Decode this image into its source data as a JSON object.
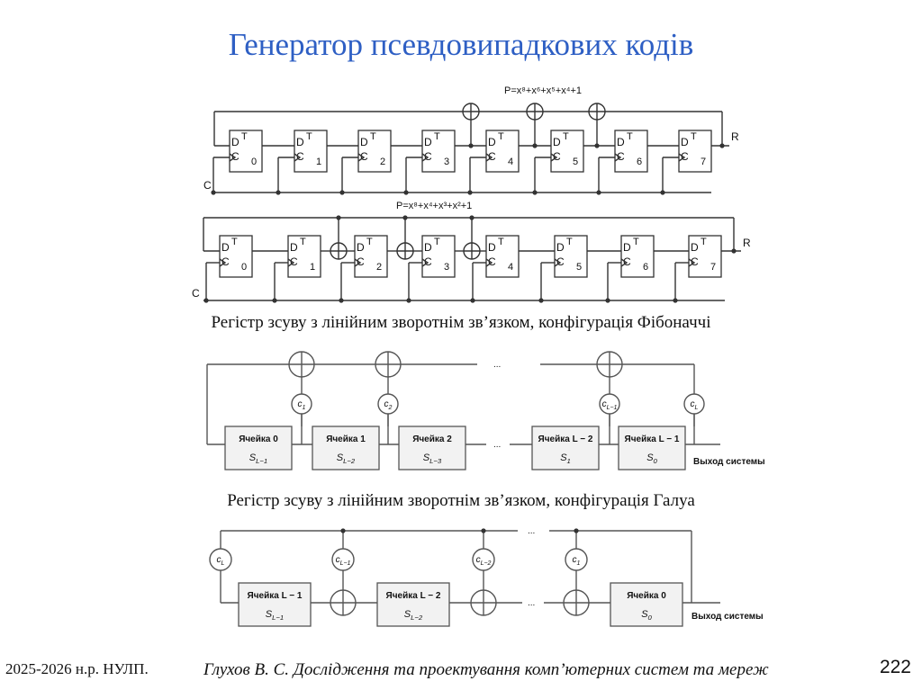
{
  "title": "Генератор псевдовипадкових кодів",
  "fib_diagram_1": {
    "polynomial": "P=x⁸+x⁶+x⁵+x⁴+1",
    "clock_label": "C",
    "reset_label": "R",
    "cell_d": "D",
    "cell_t": "T",
    "cell_c": "C",
    "cell_indices": [
      "0",
      "1",
      "2",
      "3",
      "4",
      "5",
      "6",
      "7"
    ]
  },
  "fib_diagram_2": {
    "polynomial": "P=x⁸+x⁴+x³+x²+1",
    "clock_label": "C",
    "reset_label": "R",
    "cell_indices": [
      "0",
      "1",
      "2",
      "3",
      "4",
      "5",
      "6",
      "7"
    ]
  },
  "caption_fibonacci": "Регістр зсуву з лінійним зворотнім зв’язком, конфігурація Фібоначчі",
  "fib_cells": [
    {
      "name": "Ячейка 0",
      "state": "S_{L−1}"
    },
    {
      "name": "Ячейка 1",
      "state": "S_{L−2}"
    },
    {
      "name": "Ячейка 2",
      "state": "S_{L−3}"
    },
    {
      "name": "Ячейка L − 2",
      "state": "S_1"
    },
    {
      "name": "Ячейка L − 1",
      "state": "S_0"
    }
  ],
  "fib_coeffs": [
    "c1",
    "c2",
    "cL−1",
    "cL"
  ],
  "output_label": "Выход системы",
  "ellipsis": "...",
  "caption_galois": "Регістр зсуву з лінійним зворотнім зв’язком, конфігурація Галуа",
  "gal_cells": [
    {
      "name": "Ячейка L − 1",
      "state": "S_{L−1}"
    },
    {
      "name": "Ячейка L − 2",
      "state": "S_{L−2}"
    },
    {
      "name": "Ячейка 0",
      "state": "S_0"
    }
  ],
  "gal_coeffs": [
    "cL",
    "cL−1",
    "cL−2",
    "c1"
  ],
  "footer": {
    "left": "2025-2026 н.р. НУЛП.",
    "center": "Глухов В. С. Дослідження та проектування комп’ютерних систем та мереж",
    "page": "222"
  }
}
